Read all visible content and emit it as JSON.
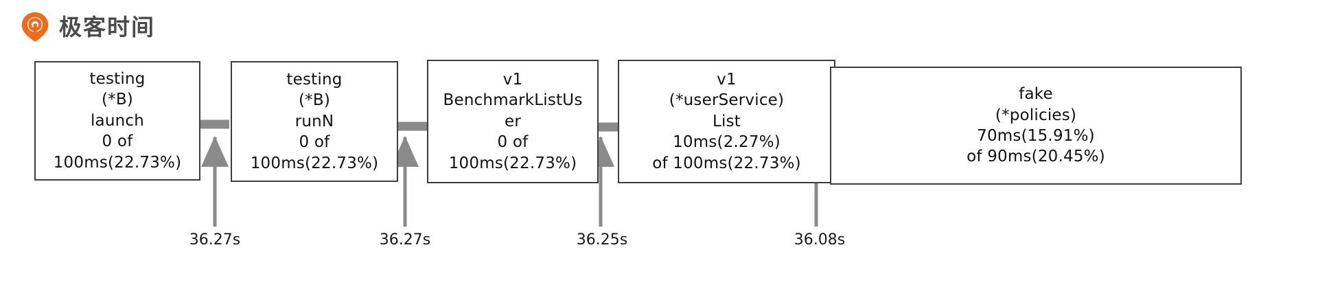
{
  "brand": {
    "logo_icon": "geektime-pin-icon",
    "wordmark": "极客时间",
    "accent_color": "#ef6c1a",
    "wordmark_color": "#4b4b4b"
  },
  "graph": {
    "type": "call-graph",
    "orientation": "left-to-right",
    "node_border_color": "#3d3d3d",
    "edge_color": "#8a8a8a",
    "nodes": [
      {
        "id": "n1",
        "name": "testing-B-launch-node",
        "lines": [
          "testing",
          "(*B)",
          "launch",
          "0 of",
          "100ms(22.73%)"
        ],
        "package": "testing",
        "receiver": "(*B)",
        "func": "launch",
        "self": "0",
        "cumulative": "100ms",
        "cumulative_pct": "22.73%"
      },
      {
        "id": "n2",
        "name": "testing-B-runN-node",
        "lines": [
          "testing",
          "(*B)",
          "runN",
          "0 of",
          "100ms(22.73%)"
        ],
        "package": "testing",
        "receiver": "(*B)",
        "func": "runN",
        "self": "0",
        "cumulative": "100ms",
        "cumulative_pct": "22.73%"
      },
      {
        "id": "n3",
        "name": "v1-benchmarklistuser-node",
        "lines": [
          "v1",
          "BenchmarkListUs",
          "er",
          "0 of",
          "100ms(22.73%)"
        ],
        "package": "v1",
        "receiver": "",
        "func": "BenchmarkListUser",
        "self": "0",
        "cumulative": "100ms",
        "cumulative_pct": "22.73%"
      },
      {
        "id": "n4",
        "name": "v1-userservice-list-node",
        "lines": [
          "v1",
          "(*userService)",
          "List",
          "10ms(2.27%)",
          "of 100ms(22.73%)"
        ],
        "package": "v1",
        "receiver": "(*userService)",
        "func": "List",
        "self": "10ms",
        "self_pct": "2.27%",
        "cumulative": "100ms",
        "cumulative_pct": "22.73%"
      },
      {
        "id": "n5",
        "name": "fake-policies-node",
        "lines": [
          "fake",
          "(*policies)",
          "70ms(15.91%)",
          "of 90ms(20.45%)"
        ],
        "package": "fake",
        "receiver": "(*policies)",
        "func": "",
        "self": "70ms",
        "self_pct": "15.91%",
        "cumulative": "90ms",
        "cumulative_pct": "20.45%"
      }
    ],
    "edges": [
      {
        "id": "e1",
        "name": "edge-n1-n2",
        "from": "n1",
        "to": "n2",
        "label": "36.27s",
        "arrowhead": false
      },
      {
        "id": "e2",
        "name": "edge-n2-n3",
        "from": "n2",
        "to": "n3",
        "label": "36.27s",
        "arrowhead": false
      },
      {
        "id": "e3",
        "name": "edge-n3-n4",
        "from": "n3",
        "to": "n4",
        "label": "36.25s",
        "arrowhead": false
      },
      {
        "id": "e4",
        "name": "edge-n4-n5",
        "from": "n4",
        "to": "n5",
        "label": "36.08s",
        "arrowhead": true
      }
    ]
  }
}
